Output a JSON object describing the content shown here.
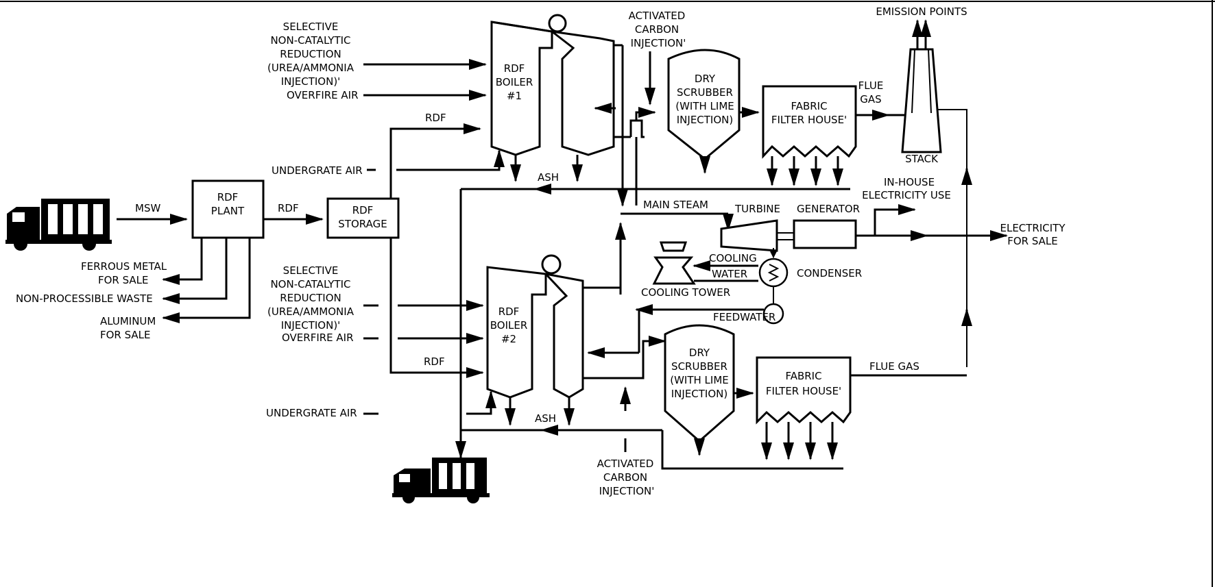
{
  "labels": {
    "msw": "MSW",
    "rdf_plant_1": "RDF",
    "rdf_plant_2": "PLANT",
    "rdf_arrow": "RDF",
    "rdf_storage_1": "RDF",
    "rdf_storage_2": "STORAGE",
    "ferrous_1": "FERROUS METAL",
    "ferrous_2": "FOR SALE",
    "non_processible": "NON-PROCESSIBLE WASTE",
    "aluminum_1": "ALUMINUM",
    "aluminum_2": "FOR SALE",
    "sncr1_1": "SELECTIVE",
    "sncr1_2": "NON-CATALYTIC",
    "sncr1_3": "REDUCTION",
    "sncr1_4": "(UREA/AMMONIA",
    "sncr1_5": "INJECTION)'",
    "overfire1": "OVERFIRE AIR",
    "rdf_top": "RDF",
    "undergrate1": "UNDERGRATE AIR",
    "boiler1_1": "RDF",
    "boiler1_2": "BOILER",
    "boiler1_3": "#1",
    "ash1": "ASH",
    "aci1_1": "ACTIVATED",
    "aci1_2": "CARBON",
    "aci1_3": "INJECTION'",
    "dry1_1": "DRY",
    "dry1_2": "SCRUBBER",
    "dry1_3": "(WITH LIME",
    "dry1_4": "INJECTION)",
    "fabric1_1": "FABRIC",
    "fabric1_2": "FILTER HOUSE'",
    "flue_gas1_1": "FLUE",
    "flue_gas1_2": "GAS",
    "emission_points": "EMISSION POINTS",
    "stack": "STACK",
    "main_steam": "MAIN STEAM",
    "turbine": "TURBINE",
    "generator": "GENERATOR",
    "inhouse_1": "IN-HOUSE",
    "inhouse_2": "ELECTRICITY USE",
    "electricity_1": "ELECTRICITY",
    "electricity_2": "FOR SALE",
    "cooling": "COOLING",
    "water": "WATER",
    "condenser": "CONDENSER",
    "cooling_tower": "COOLING TOWER",
    "feedwater": "FEEDWATER",
    "sncr2_1": "SELECTIVE",
    "sncr2_2": "NON-CATALYTIC",
    "sncr2_3": "REDUCTION",
    "sncr2_4": "(UREA/AMMONIA",
    "sncr2_5": "INJECTION)'",
    "overfire2": "OVERFIRE AIR",
    "rdf_bottom": "RDF",
    "undergrate2": "UNDERGRATE AIR",
    "boiler2_1": "RDF",
    "boiler2_2": "BOILER",
    "boiler2_3": "#2",
    "ash2": "ASH",
    "aci2_1": "ACTIVATED",
    "aci2_2": "CARBON",
    "aci2_3": "INJECTION'",
    "dry2_1": "DRY",
    "dry2_2": "SCRUBBER",
    "dry2_3": "(WITH LIME",
    "dry2_4": "INJECTION)",
    "fabric2_1": "FABRIC",
    "fabric2_2": "FILTER HOUSE'",
    "flue_gas2": "FLUE GAS"
  }
}
